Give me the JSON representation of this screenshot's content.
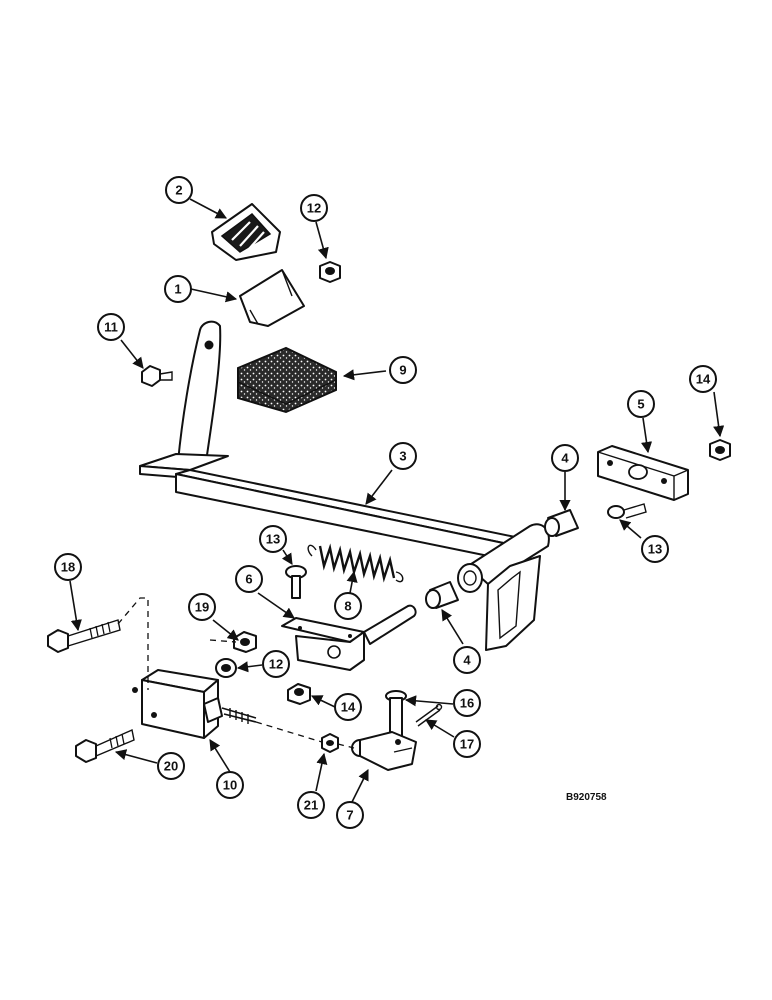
{
  "figure": {
    "reference_code": "B920758"
  },
  "callouts": [
    {
      "label": "1"
    },
    {
      "label": "2"
    },
    {
      "label": "3"
    },
    {
      "label": "4"
    },
    {
      "label": "4"
    },
    {
      "label": "5"
    },
    {
      "label": "6"
    },
    {
      "label": "7"
    },
    {
      "label": "8"
    },
    {
      "label": "9"
    },
    {
      "label": "10"
    },
    {
      "label": "11"
    },
    {
      "label": "12"
    },
    {
      "label": "12"
    },
    {
      "label": "13"
    },
    {
      "label": "13"
    },
    {
      "label": "14"
    },
    {
      "label": "14"
    },
    {
      "label": "16"
    },
    {
      "label": "17"
    },
    {
      "label": "18"
    },
    {
      "label": "19"
    },
    {
      "label": "20"
    },
    {
      "label": "21"
    }
  ],
  "colors": {
    "line": "#111111",
    "background": "#ffffff"
  }
}
